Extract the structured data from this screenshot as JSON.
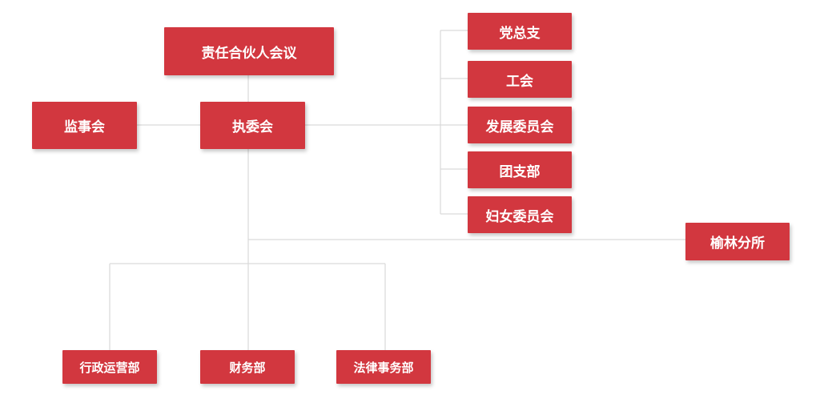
{
  "colors": {
    "box": "#d2373f",
    "line": "#d9d9d9"
  },
  "top": {
    "partners_meeting": "责任合伙人会议"
  },
  "middle": {
    "supervisory_board": "监事会",
    "executive_committee": "执委会"
  },
  "right_column": [
    "党总支",
    "工会",
    "发展委员会",
    "团支部",
    "妇女委员会"
  ],
  "branch": {
    "yulin_office": "榆林分所"
  },
  "departments": [
    "行政运营部",
    "财务部",
    "法律事务部"
  ]
}
